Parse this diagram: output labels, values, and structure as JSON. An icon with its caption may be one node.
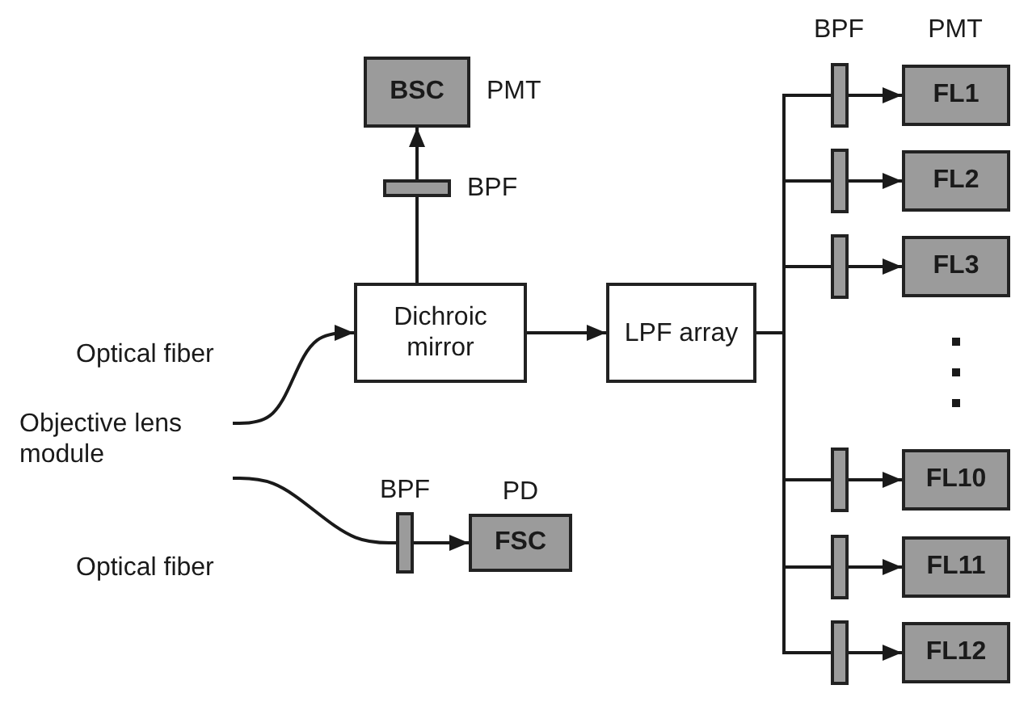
{
  "diagram": {
    "nodes": [
      {
        "text": [
          "Objective lens module"
        ]
      },
      {
        "text": [
          "Dichroic mirror"
        ]
      },
      {
        "text": [
          "LPF array"
        ]
      },
      {
        "text": [
          "BSC"
        ],
        "beside": [
          "PMT"
        ]
      },
      {
        "text": [],
        "shape": "bar",
        "beside": [
          "BPF"
        ]
      },
      {
        "text": [],
        "shape": "bar",
        "beside": [
          "BPF"
        ]
      },
      {
        "text": [
          "FSC"
        ],
        "beside": [
          "PD"
        ]
      },
      {
        "text": [],
        "shape": "bar"
      },
      {
        "text": [],
        "shape": "bar"
      },
      {
        "text": [],
        "shape": "bar"
      },
      {
        "text": [],
        "shape": "bar"
      },
      {
        "text": [],
        "shape": "bar"
      },
      {
        "text": [],
        "shape": "bar"
      },
      {
        "text": [
          "FL1"
        ]
      },
      {
        "text": [
          "FL2"
        ]
      },
      {
        "text": [
          "FL3"
        ]
      },
      {
        "text": [
          "FL10"
        ]
      },
      {
        "text": [
          "FL11"
        ]
      },
      {
        "text": [
          "FL12"
        ]
      }
    ],
    "edges": [
      {
        "from": 0,
        "to": 1,
        "arrow": "to",
        "label": "Optical fiber"
      },
      {
        "from": 0,
        "to": 5,
        "arrow": "none",
        "label": "Optical fiber"
      },
      {
        "from": 5,
        "to": 6,
        "arrow": "to"
      },
      {
        "from": 1,
        "to": 4,
        "arrow": "none"
      },
      {
        "from": 4,
        "to": 3,
        "arrow": "to"
      },
      {
        "from": 1,
        "to": 2,
        "arrow": "to"
      },
      {
        "from": 2,
        "to": 7,
        "arrow": "none"
      },
      {
        "from": 2,
        "to": 8,
        "arrow": "none"
      },
      {
        "from": 2,
        "to": 9,
        "arrow": "none"
      },
      {
        "from": 2,
        "to": 10,
        "arrow": "none"
      },
      {
        "from": 2,
        "to": 11,
        "arrow": "none"
      },
      {
        "from": 2,
        "to": 12,
        "arrow": "none"
      },
      {
        "from": 7,
        "to": 13,
        "arrow": "to"
      },
      {
        "from": 8,
        "to": 14,
        "arrow": "to"
      },
      {
        "from": 9,
        "to": 15,
        "arrow": "to"
      },
      {
        "from": 10,
        "to": 16,
        "arrow": "to"
      },
      {
        "from": 11,
        "to": 17,
        "arrow": "to"
      },
      {
        "from": 12,
        "to": 18,
        "arrow": "to"
      }
    ],
    "labels": [
      "BPF",
      "PMT"
    ]
  }
}
